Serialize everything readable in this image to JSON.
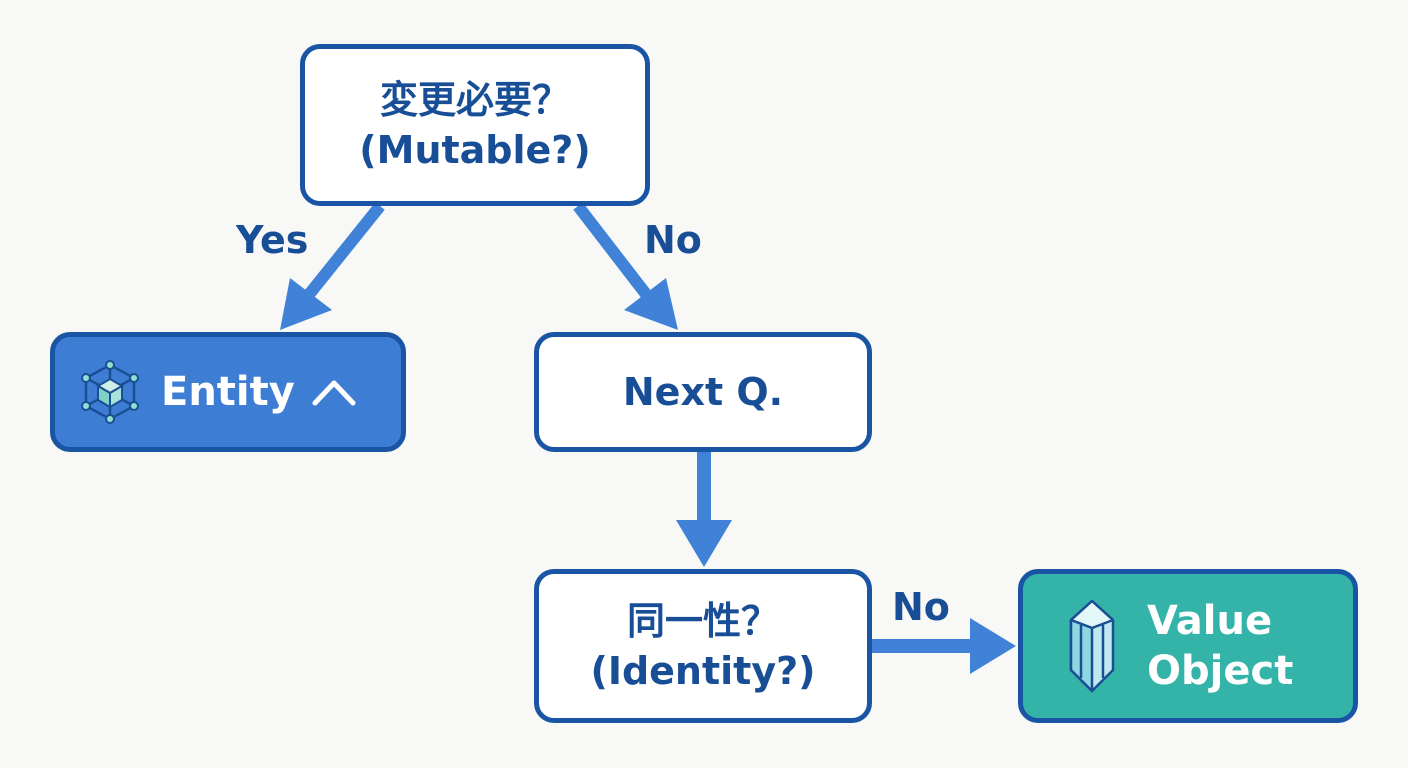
{
  "nodes": {
    "mutable_question": {
      "line1": "変更必要？",
      "line2": "(Mutable?)"
    },
    "entity": {
      "label": "Entity",
      "icon": "cube-network-icon",
      "chevron": "chevron-up-icon"
    },
    "next_question": {
      "label": "Next Q."
    },
    "identity_question": {
      "line1": "同一性？",
      "line2": "(Identity?)"
    },
    "value_object": {
      "line1": "Value",
      "line2": "Object",
      "icon": "crystal-icon"
    }
  },
  "edges": {
    "to_entity": {
      "label": "Yes"
    },
    "to_next": {
      "label": "No"
    },
    "to_identity": {
      "label": ""
    },
    "to_value_object": {
      "label": "No"
    }
  },
  "colors": {
    "node_border": "#1a55a5",
    "text": "#184e96",
    "arrow": "#3f82d8",
    "entity_fill": "#3d7ed4",
    "value_object_fill": "#34b3a9",
    "background": "#f8f9f7"
  }
}
